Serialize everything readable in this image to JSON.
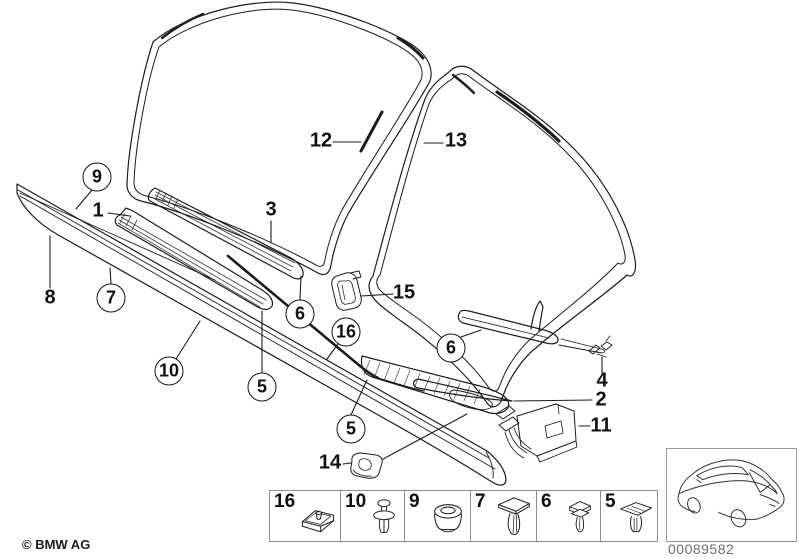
{
  "figure": {
    "copyright": "© BMW AG",
    "diagram_number": "00089582",
    "line_color": "#1c1c1c"
  },
  "callouts": {
    "circled": [
      {
        "part": "9"
      },
      {
        "part": "7"
      },
      {
        "part": "10"
      },
      {
        "part": "5"
      },
      {
        "part": "6"
      },
      {
        "part": "16"
      },
      {
        "part": "6"
      },
      {
        "part": "5"
      }
    ],
    "plain": [
      {
        "part": "1"
      },
      {
        "part": "3"
      },
      {
        "part": "8"
      },
      {
        "part": "12"
      },
      {
        "part": "13"
      },
      {
        "part": "15"
      },
      {
        "part": "4"
      },
      {
        "part": "2"
      },
      {
        "part": "11"
      },
      {
        "part": "14"
      }
    ]
  },
  "fastener_table": {
    "items": [
      {
        "part": "16",
        "icon": "channel-nut-clip"
      },
      {
        "part": "10",
        "icon": "expanding-rivet"
      },
      {
        "part": "9",
        "icon": "grommet"
      },
      {
        "part": "7",
        "icon": "expanding-clip"
      },
      {
        "part": "6",
        "icon": "square-head-clip"
      },
      {
        "part": "5",
        "icon": "flat-head-clip"
      }
    ]
  },
  "thumbnail": {
    "icon": "car-rear-three-quarter-view"
  }
}
